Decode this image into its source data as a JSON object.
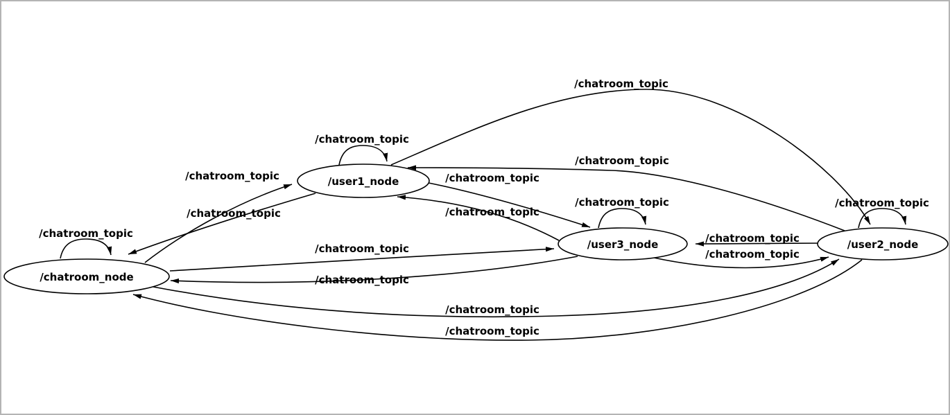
{
  "diagram": {
    "type": "node-graph",
    "background_color": "#ffffff",
    "frame_border_color": "#b4b4b4",
    "edge_color": "#000000",
    "node_fill_color": "#ffffff",
    "topic_label": "/chatroom_topic",
    "nodes": [
      {
        "id": "chatroom_node",
        "label": "/chatroom_node"
      },
      {
        "id": "user1_node",
        "label": "/user1_node"
      },
      {
        "id": "user3_node",
        "label": "/user3_node"
      },
      {
        "id": "user2_node",
        "label": "/user2_node"
      }
    ],
    "edges": [
      {
        "from": "chatroom_node",
        "to": "chatroom_node",
        "label": "/chatroom_topic"
      },
      {
        "from": "chatroom_node",
        "to": "user1_node",
        "label": "/chatroom_topic"
      },
      {
        "from": "user1_node",
        "to": "chatroom_node",
        "label": "/chatroom_topic"
      },
      {
        "from": "user1_node",
        "to": "user1_node",
        "label": "/chatroom_topic"
      },
      {
        "from": "user1_node",
        "to": "user3_node",
        "label": "/chatroom_topic"
      },
      {
        "from": "user3_node",
        "to": "user1_node",
        "label": "/chatroom_topic"
      },
      {
        "from": "user1_node",
        "to": "user2_node",
        "label": "/chatroom_topic"
      },
      {
        "from": "user2_node",
        "to": "user1_node",
        "label": "/chatroom_topic"
      },
      {
        "from": "user3_node",
        "to": "user3_node",
        "label": "/chatroom_topic"
      },
      {
        "from": "chatroom_node",
        "to": "user3_node",
        "label": "/chatroom_topic"
      },
      {
        "from": "user3_node",
        "to": "chatroom_node",
        "label": "/chatroom_topic"
      },
      {
        "from": "user2_node",
        "to": "user3_node",
        "label": "/chatroom_topic"
      },
      {
        "from": "user3_node",
        "to": "user2_node",
        "label": "/chatroom_topic"
      },
      {
        "from": "user2_node",
        "to": "user2_node",
        "label": "/chatroom_topic"
      },
      {
        "from": "chatroom_node",
        "to": "user2_node",
        "label": "/chatroom_topic"
      },
      {
        "from": "user2_node",
        "to": "chatroom_node",
        "label": "/chatroom_topic"
      }
    ]
  }
}
